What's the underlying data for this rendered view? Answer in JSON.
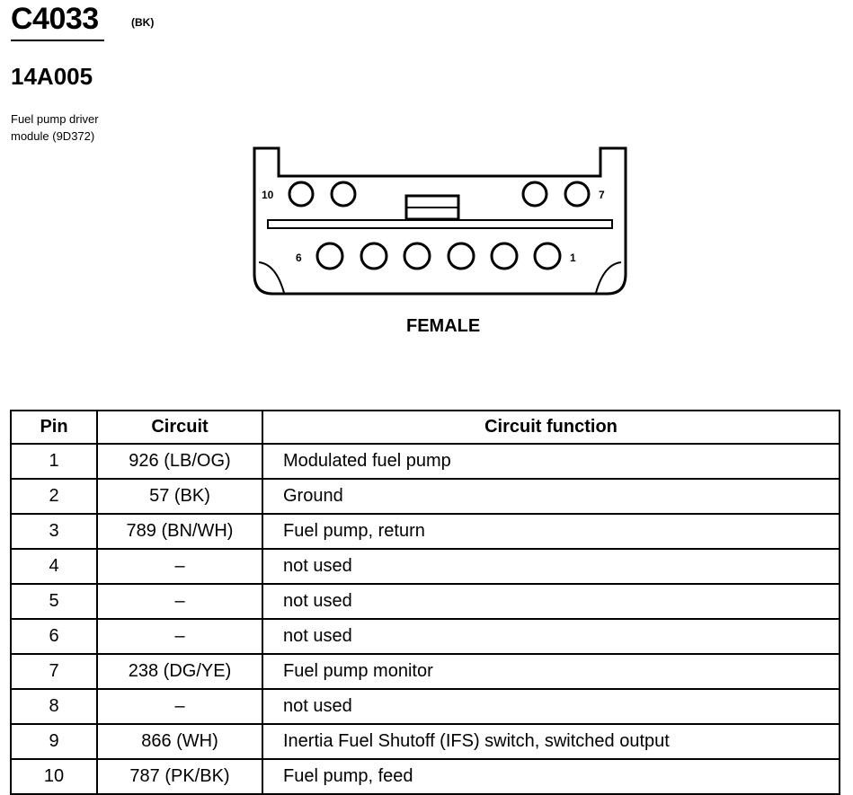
{
  "header": {
    "connector_id": "C4033",
    "color_code": "(BK)",
    "part_number": "14A005",
    "description_lines": [
      "Fuel pump driver",
      "module (9D372)"
    ]
  },
  "diagram": {
    "gender": "FEMALE",
    "pin_labels": {
      "top_left": "10",
      "top_right": "7",
      "bottom_left": "6",
      "bottom_right": "1"
    }
  },
  "table": {
    "headers": [
      "Pin",
      "Circuit",
      "Circuit function"
    ],
    "rows": [
      {
        "pin": "1",
        "circuit": "926 (LB/OG)",
        "function": "Modulated fuel pump"
      },
      {
        "pin": "2",
        "circuit": "57 (BK)",
        "function": "Ground"
      },
      {
        "pin": "3",
        "circuit": "789 (BN/WH)",
        "function": "Fuel pump, return"
      },
      {
        "pin": "4",
        "circuit": "–",
        "function": "not used"
      },
      {
        "pin": "5",
        "circuit": "–",
        "function": "not used"
      },
      {
        "pin": "6",
        "circuit": "–",
        "function": "not used"
      },
      {
        "pin": "7",
        "circuit": "238 (DG/YE)",
        "function": "Fuel pump monitor"
      },
      {
        "pin": "8",
        "circuit": "–",
        "function": "not used"
      },
      {
        "pin": "9",
        "circuit": "866 (WH)",
        "function": "Inertia Fuel Shutoff (IFS) switch, switched output"
      },
      {
        "pin": "10",
        "circuit": "787 (PK/BK)",
        "function": "Fuel pump, feed"
      }
    ]
  }
}
